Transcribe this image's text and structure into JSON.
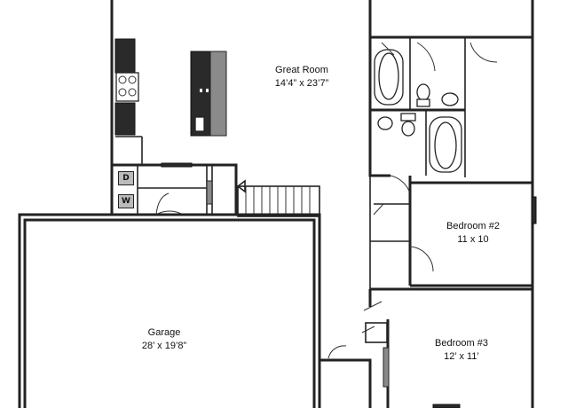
{
  "rooms": {
    "great_room": {
      "name": "Great Room",
      "size": "14’4” x 23’7”"
    },
    "bedroom2": {
      "name": "Bedroom #2",
      "size": "11 x 10"
    },
    "bedroom3": {
      "name": "Bedroom #3",
      "size": "12’ x 11’"
    },
    "garage": {
      "name": "Garage",
      "size": "28’ x 19’8”"
    }
  },
  "appliances": {
    "dryer": "D",
    "washer": "W"
  }
}
